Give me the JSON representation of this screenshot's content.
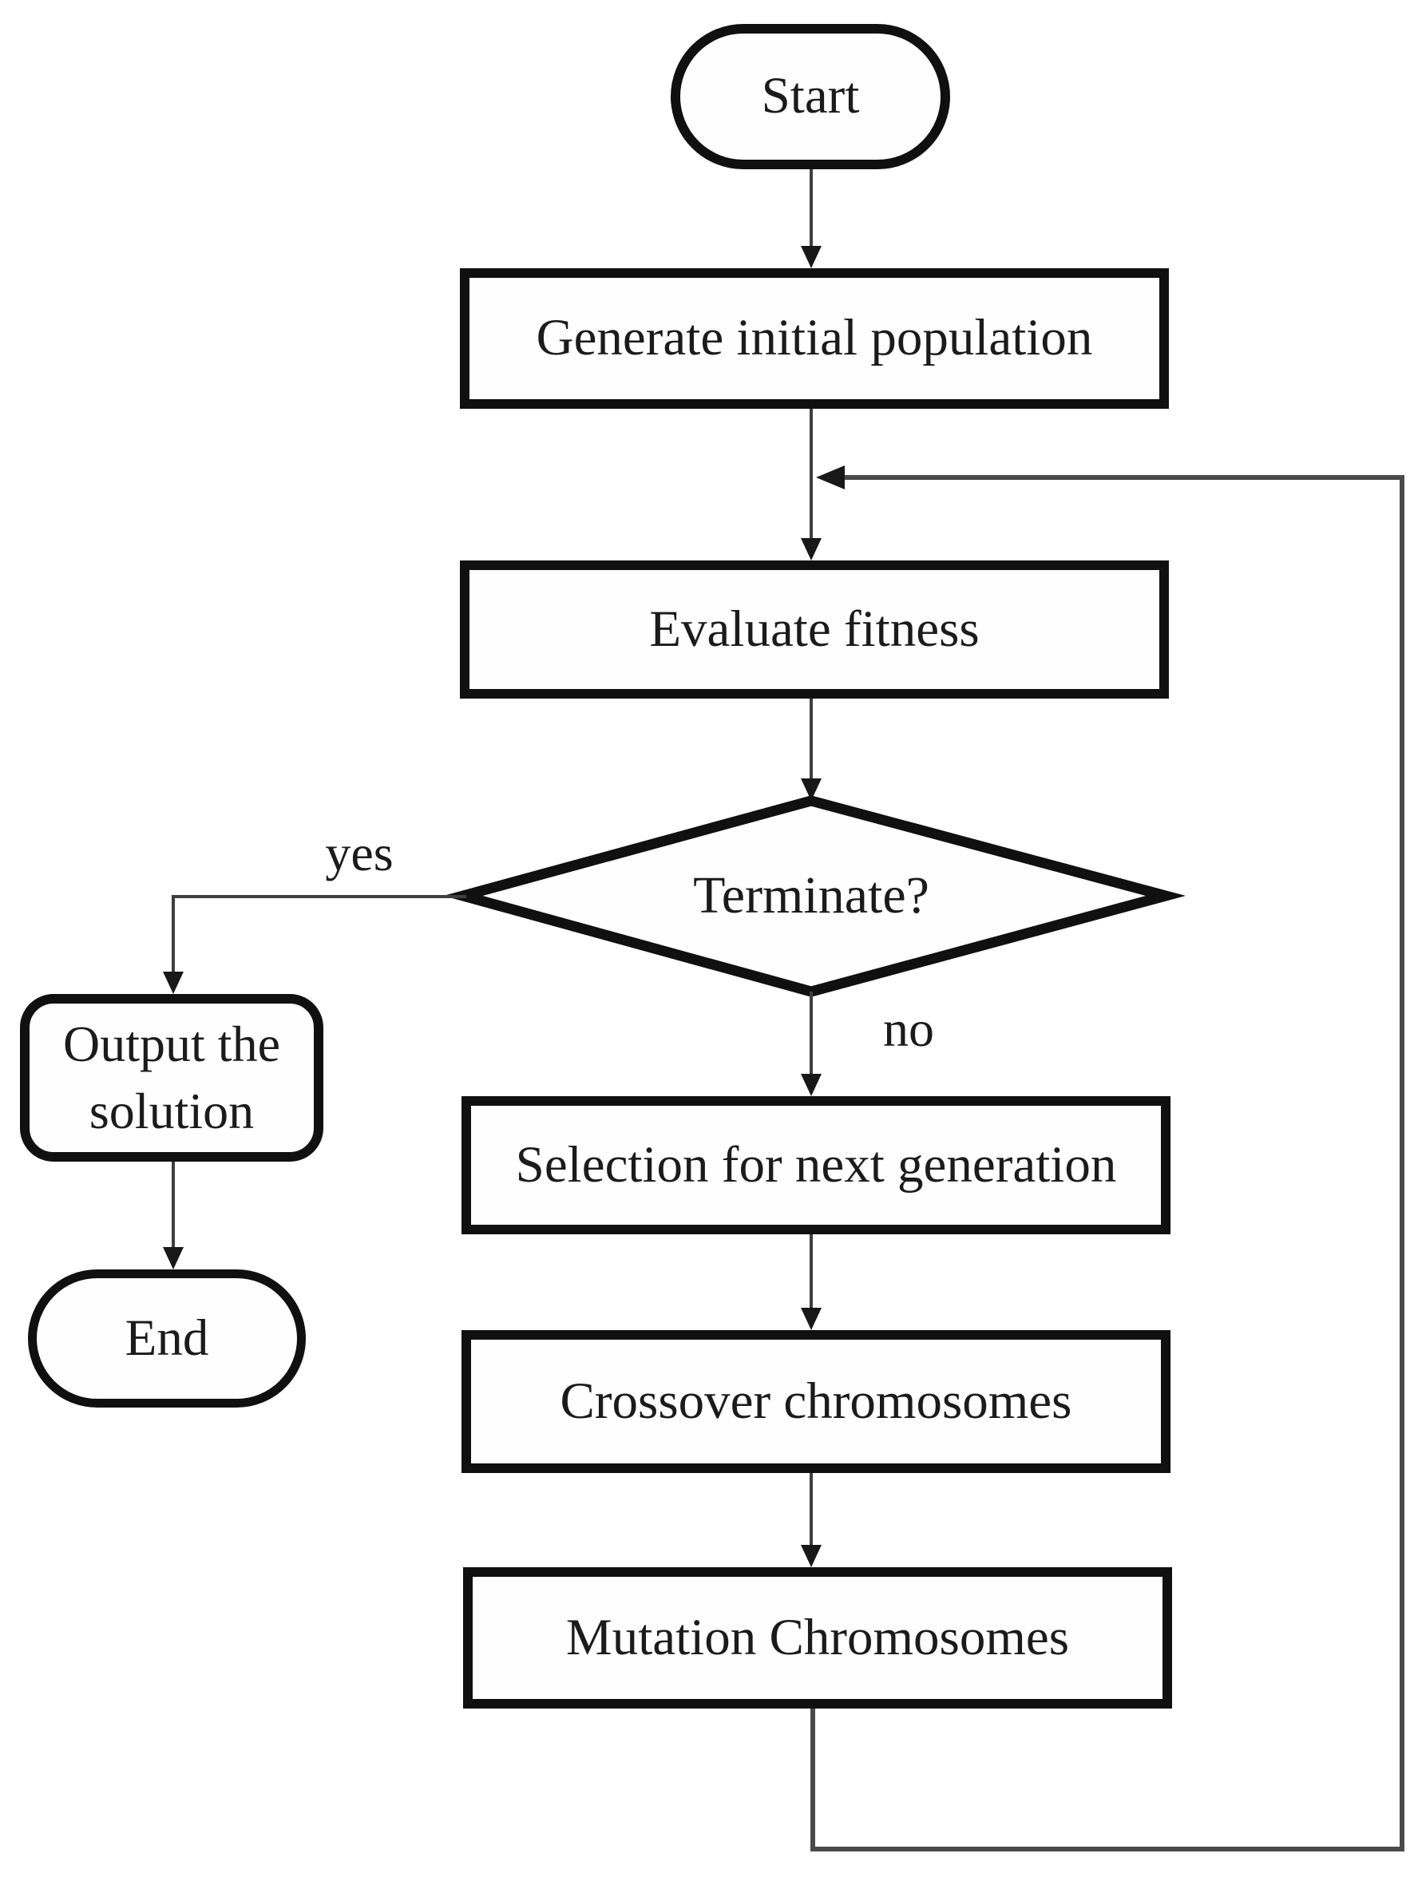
{
  "flowchart": {
    "nodes": {
      "start": {
        "label": "Start"
      },
      "generate": {
        "label": "Generate initial population"
      },
      "evaluate": {
        "label": "Evaluate fitness"
      },
      "decision": {
        "label": "Terminate?"
      },
      "output": {
        "label": "Output the solution"
      },
      "end": {
        "label": "End"
      },
      "selection": {
        "label": "Selection for next generation"
      },
      "crossover": {
        "label": "Crossover chromosomes"
      },
      "mutation": {
        "label": "Mutation Chromosomes"
      }
    },
    "edge_labels": {
      "yes": "yes",
      "no": "no"
    },
    "colors": {
      "background": "#ffffff",
      "node_border": "#101010",
      "text": "#1b1b1b",
      "connector": "#3f3f3f",
      "loop_connector": "#4a4a4a"
    }
  }
}
